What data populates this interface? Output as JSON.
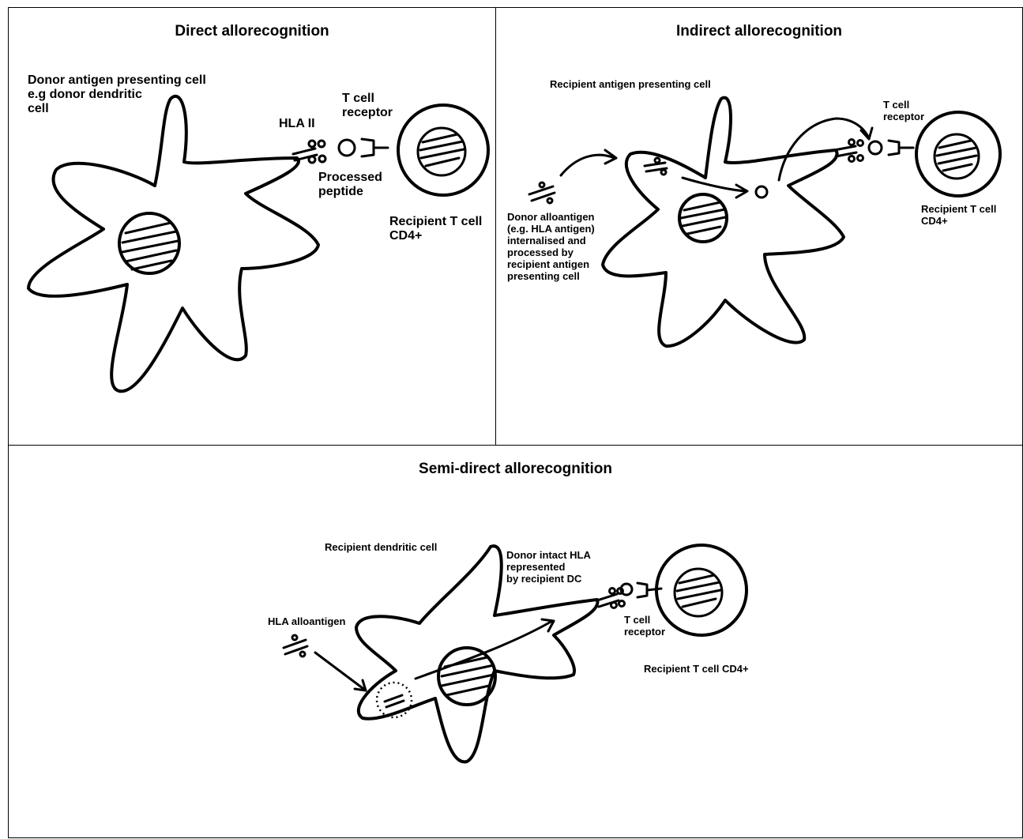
{
  "panels": {
    "direct": {
      "title": "Direct allorecognition",
      "labels": {
        "donor_apc": "Donor antigen presenting cell\ne.g donor dendritic\ncell",
        "hla_ii": "HLA II",
        "tcr": "T cell\nreceptor",
        "processed_peptide": "Processed\npeptide",
        "recipient_t_cell": "Recipient T cell\nCD4+"
      }
    },
    "indirect": {
      "title": "Indirect allorecognition",
      "labels": {
        "recipient_apc": "Recipient antigen presenting cell",
        "tcr": "T cell\nreceptor",
        "donor_alloantigen": "Donor alloantigen\n(e.g. HLA antigen)\ninternalised and\nprocessed by\nrecipient antigen\npresenting cell",
        "recipient_t_cell": "Recipient T cell\nCD4+"
      }
    },
    "semi_direct": {
      "title": "Semi-direct allorecognition",
      "labels": {
        "recipient_dc": "Recipient dendritic cell",
        "donor_intact_hla": "Donor intact HLA\nrepresented\nby recipient DC",
        "hla_alloantigen": "HLA alloantigen",
        "tcr": "T cell\nreceptor",
        "recipient_t_cell": "Recipient T cell CD4+"
      }
    }
  }
}
